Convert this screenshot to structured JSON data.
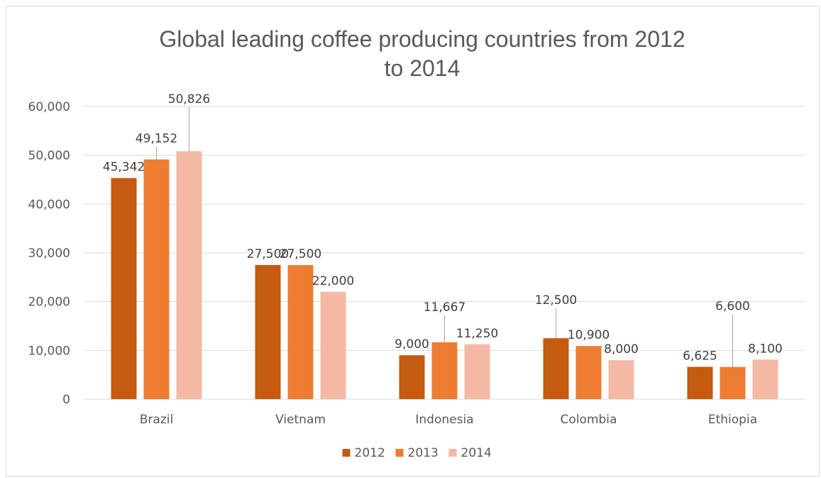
{
  "chart_data": {
    "type": "bar",
    "title_lines": [
      "Global leading coffee producing countries from 2012",
      "to 2014"
    ],
    "categories": [
      "Brazil",
      "Vietnam",
      "Indonesia",
      "Colombia",
      "Ethiopia"
    ],
    "series": [
      {
        "name": "2012",
        "color": "#c55a11",
        "values": [
          45342,
          27500,
          9000,
          12500,
          6625
        ],
        "labels": [
          "45,342",
          "27,500",
          "9,000",
          "12,500",
          "6,625"
        ]
      },
      {
        "name": "2013",
        "color": "#ed7d31",
        "values": [
          49152,
          27500,
          11667,
          10900,
          6600
        ],
        "labels": [
          "49,152",
          "27,500",
          "11,667",
          "10,900",
          "6,600"
        ]
      },
      {
        "name": "2014",
        "color": "#f4b9a4",
        "values": [
          50826,
          22000,
          11250,
          8000,
          8100
        ],
        "labels": [
          "50,826",
          "22,000",
          "11,250",
          "8,000",
          "8,100"
        ]
      }
    ],
    "ylim": [
      0,
      60000
    ],
    "yticks": [
      0,
      10000,
      20000,
      30000,
      40000,
      50000,
      60000
    ],
    "ytick_labels": [
      "0",
      "10,000",
      "20,000",
      "30,000",
      "40,000",
      "50,000",
      "60,000"
    ],
    "grid": true,
    "legend_position": "bottom",
    "gridline_color": "#d9d9d9"
  }
}
